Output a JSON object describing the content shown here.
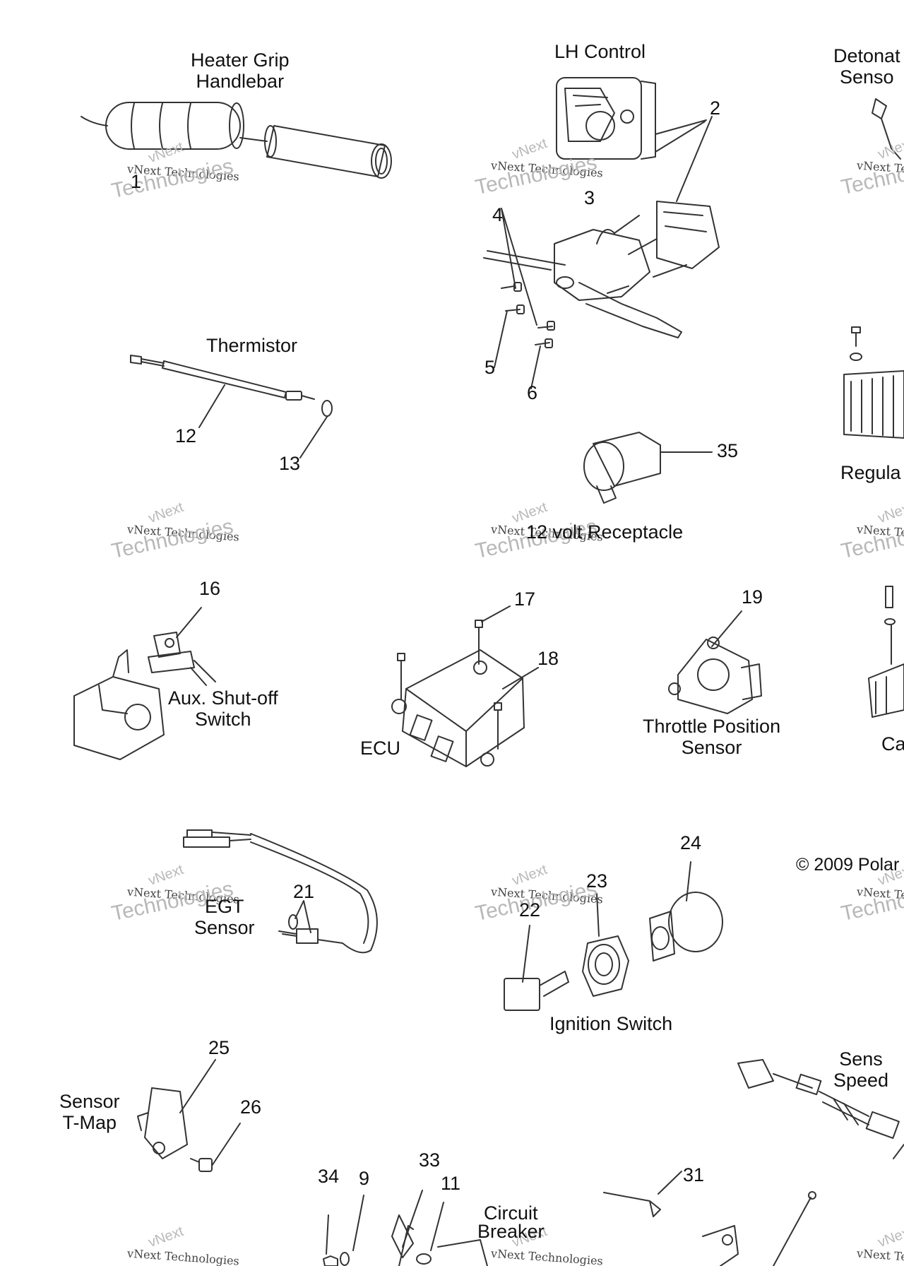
{
  "labels": {
    "heater_grip": [
      "Heater Grip",
      "Handlebar"
    ],
    "lh_control": "LH Control",
    "detonation_sensor": [
      "Detonat",
      "Senso"
    ],
    "thermistor": "Thermistor",
    "regulator": "Regula",
    "receptacle": "12 volt Receptacle",
    "aux_switch": [
      "Aux. Shut-off",
      "Switch"
    ],
    "ecu": "ECU",
    "tps": [
      "Throttle Position",
      "Sensor"
    ],
    "ca": "Ca",
    "egt": [
      "EGT",
      "Sensor"
    ],
    "ignition": "Ignition Switch",
    "tmap": [
      "Sensor",
      "T-Map"
    ],
    "speed_sensor": [
      "Sens",
      "Speed"
    ],
    "circuit_breaker": [
      "Circuit",
      "Breaker"
    ]
  },
  "copyright": "© 2009 Polar",
  "callouts": [
    "1",
    "2",
    "3",
    "4",
    "5",
    "6",
    "12",
    "13",
    "35",
    "16",
    "17",
    "18",
    "19",
    "21",
    "22",
    "23",
    "24",
    "25",
    "26",
    "34",
    "9",
    "33",
    "11",
    "31"
  ],
  "watermark": {
    "line1": "vNext",
    "line2": "vNext Technologies",
    "line3": "Technologies"
  },
  "colors": {
    "ink": "#111111",
    "parts": "#333333",
    "watermark": "#b8b8b8"
  }
}
